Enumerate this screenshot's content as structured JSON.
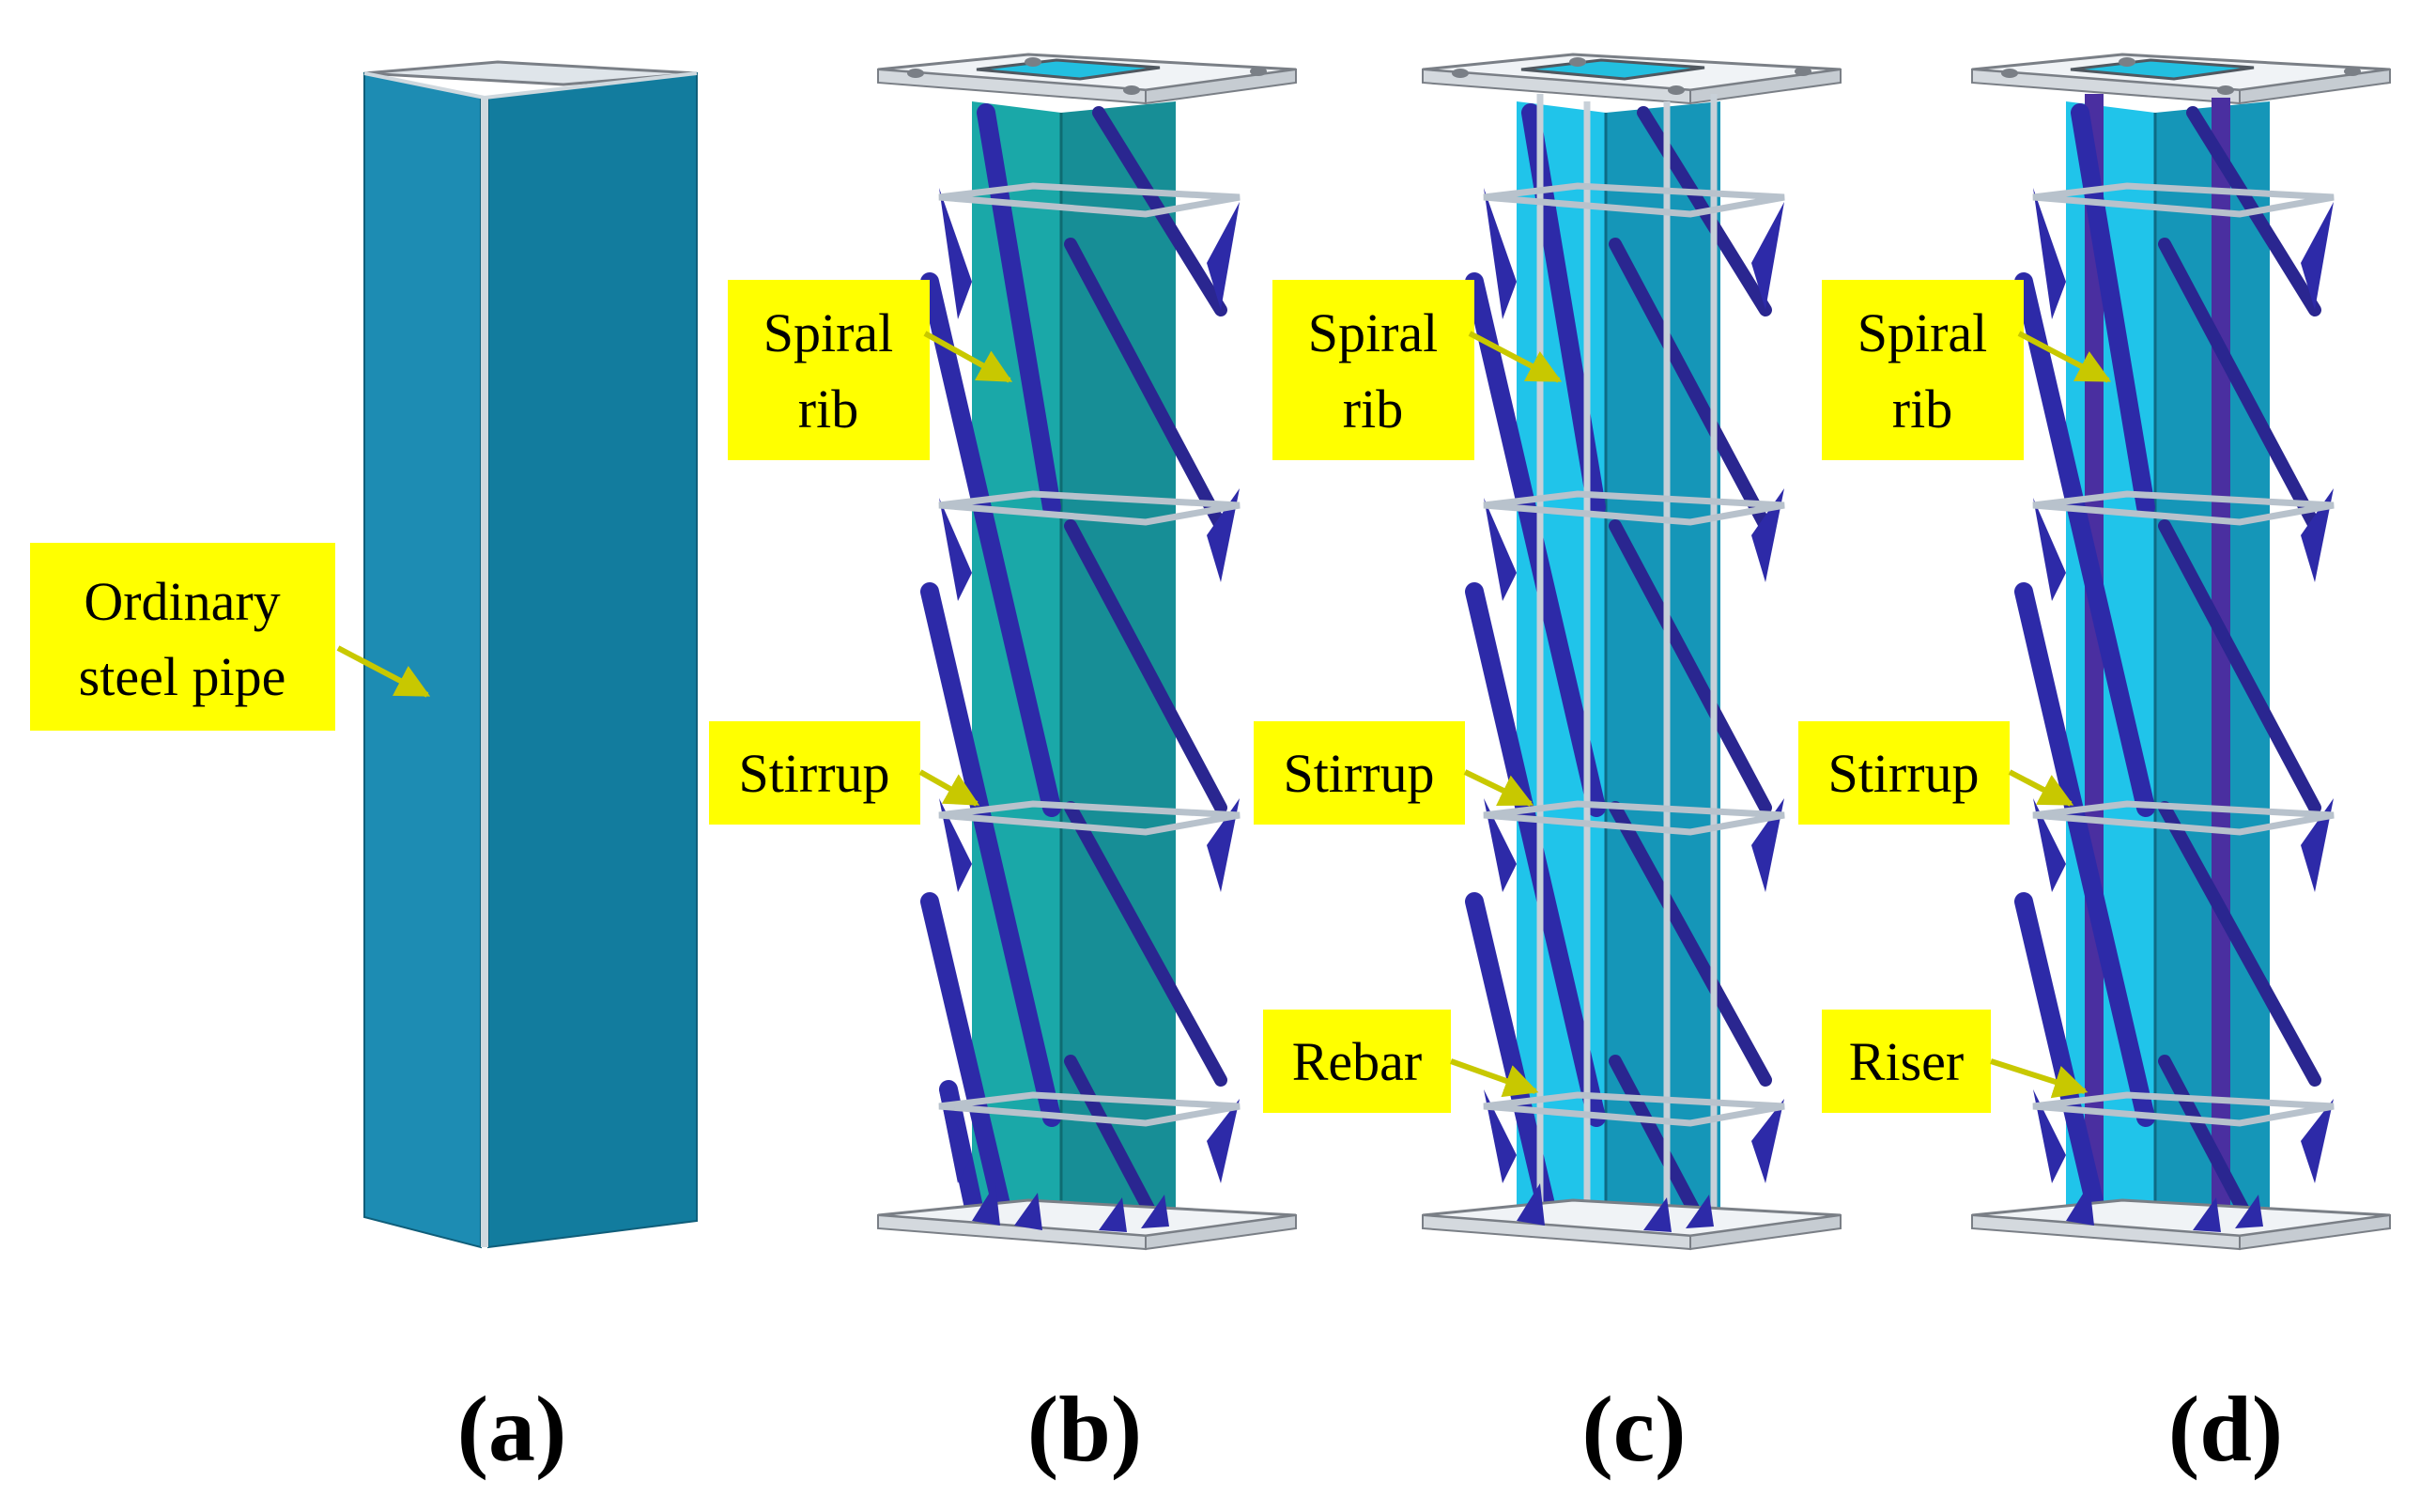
{
  "colors": {
    "label_background": "#ffff00",
    "arrow": "#c8c800",
    "pipe_a_front": "#1d8cb3",
    "pipe_a_side": "#127c9e",
    "pipe_b_front": "#1aa8a8",
    "pipe_b_side": "#178e96",
    "pipe_cd_front": "#20c4ea",
    "pipe_cd_side": "#1596b8",
    "spiral_rib": "#2d2aa8",
    "spiral_rib_dark": "#1c1a70",
    "stirrup": "#b8c2cc",
    "end_plate": "#f0f3f6",
    "end_plate_edge": "#7a7f86"
  },
  "panels": [
    {
      "id": "a",
      "caption": "(a)"
    },
    {
      "id": "b",
      "caption": "(b)"
    },
    {
      "id": "c",
      "caption": "(c)"
    },
    {
      "id": "d",
      "caption": "(d)"
    }
  ],
  "labels": {
    "a_pipe": [
      "Ordinary",
      "steel pipe"
    ],
    "b_spiral": [
      "Spiral",
      "rib"
    ],
    "b_stirrup": [
      "Stirrup"
    ],
    "c_spiral": [
      "Spiral",
      "rib"
    ],
    "c_stirrup": [
      "Stirrup"
    ],
    "c_rebar": [
      "Rebar"
    ],
    "d_spiral": [
      "Spiral",
      "rib"
    ],
    "d_stirrup": [
      "Stirrup"
    ],
    "d_riser": [
      "Riser"
    ]
  }
}
